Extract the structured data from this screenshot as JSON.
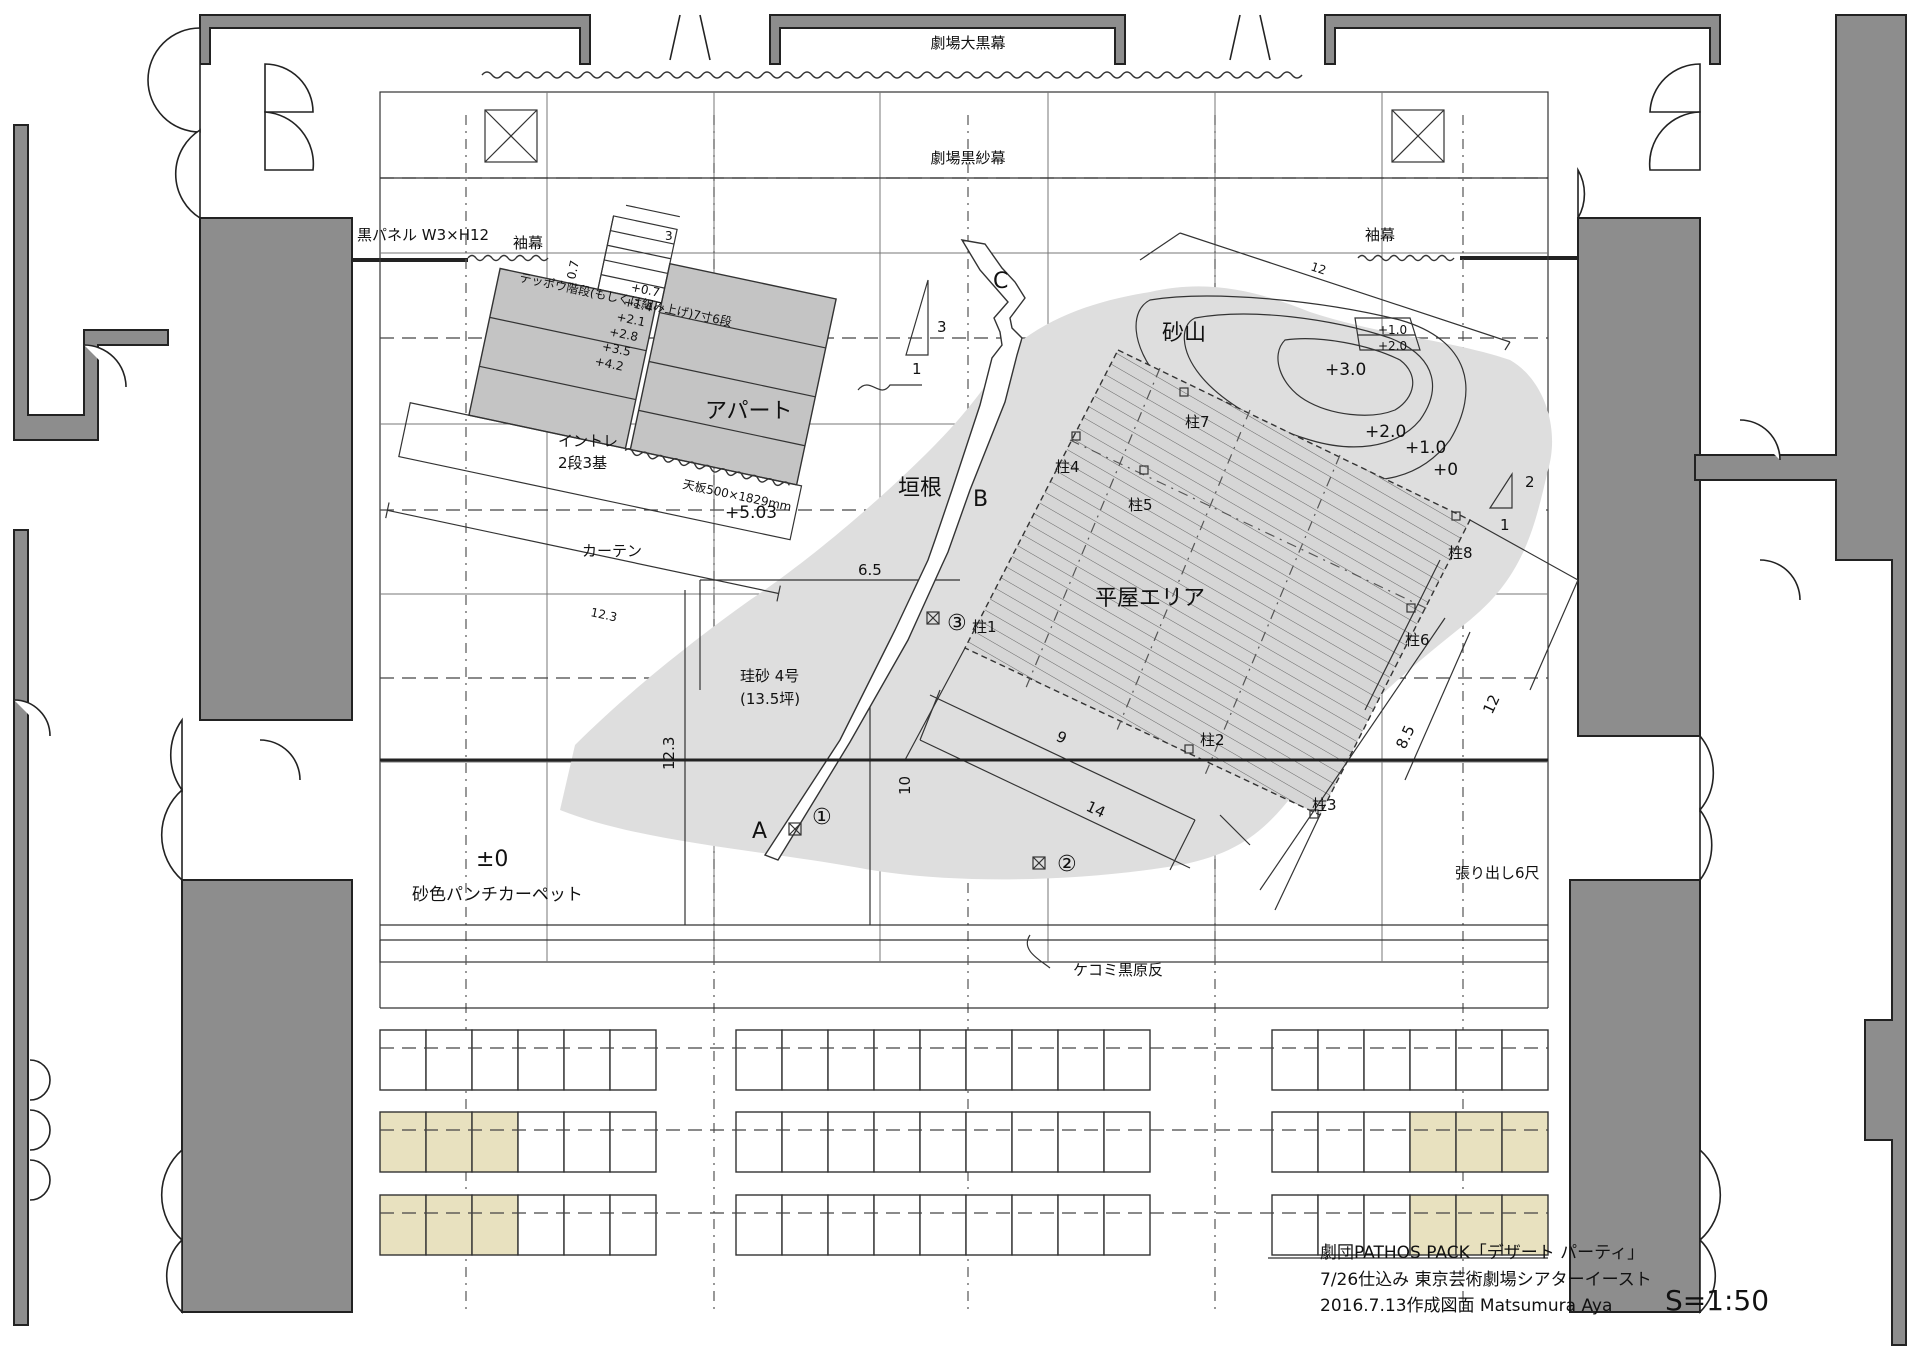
{
  "labels": {
    "main_curtain": "劇場大黒幕",
    "gauze_curtain": "劇場黒紗幕",
    "black_panel": "黒パネル W3×H12",
    "wing_left": "袖幕",
    "wing_right": "袖幕",
    "stair_note": "テッポウ階段(もしくは組み上げ)7寸6段",
    "stair_width": "3",
    "stair_top": "0.7",
    "stair_steps": [
      "+0.7",
      "+1.4",
      "+2.1",
      "+2.8",
      "+3.5",
      "+4.2"
    ],
    "apartment": "アパート",
    "intore_1": "イントレ",
    "intore_2": "2段3基",
    "top_board": "天板500×1829mm",
    "apartment_height": "+5.03",
    "curtain": "カーテン",
    "apartment_length": "12.3",
    "slope_left_run": "1",
    "slope_left_rise": "3",
    "fence_label": "垣根",
    "point_a": "A",
    "point_b": "B",
    "point_c": "C",
    "sand_label_1": "珪砂 4号",
    "sand_label_2": "(13.5坪)",
    "dim_6_5": "6.5",
    "dim_12_3": "12.3",
    "dim_10": "10",
    "dim_9": "9",
    "dim_14": "14",
    "dim_12_top": "12",
    "dim_8_5": "8.5",
    "dim_12_right": "12",
    "sand_hill": "砂山",
    "hill_step_1": "+1.0",
    "hill_step_2": "+2.0",
    "hill_3": "+3.0",
    "hill_2": "+2.0",
    "hill_1": "+1.0",
    "hill_0": "+0",
    "slope_right_rise": "2",
    "slope_right_run": "1",
    "flat_area": "平屋エリア",
    "pillar_1": "柱1",
    "pillar_2": "柱2",
    "pillar_3": "柱3",
    "pillar_4": "柱4",
    "pillar_5": "柱5",
    "pillar_6": "柱6",
    "pillar_7": "柱7",
    "pillar_8": "柱8",
    "mark_1": "①",
    "mark_2": "②",
    "mark_3": "③",
    "floor_level": "±0",
    "carpet": "砂色パンチカーペット",
    "apron": "張り出し6尺",
    "kekomi": "ケコミ黒原反"
  },
  "title_block": {
    "line1": "劇団PATHOS PACK「デザート パーティ」",
    "line2": "7/26仕込み 東京芸術劇場シアターイースト",
    "line3": "2016.7.13作成図面 Matsumura Aya",
    "scale": "S=1:50"
  },
  "colors": {
    "wall": "#8d8d8d",
    "sand": "#dedede",
    "platform": "#c4c4c4",
    "seat_highlight": "#e8e1bf"
  }
}
